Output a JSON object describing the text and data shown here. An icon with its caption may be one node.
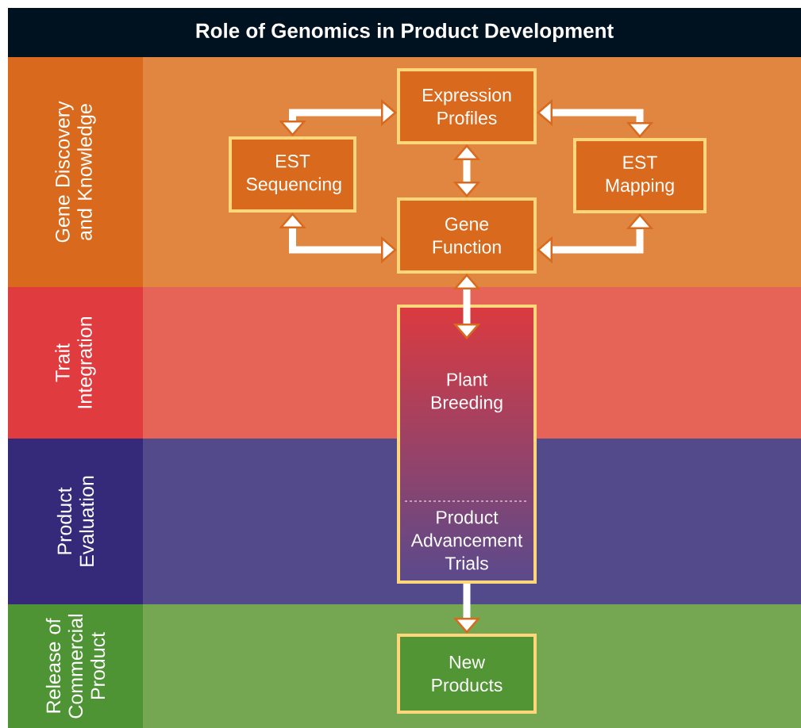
{
  "diagram": {
    "title": "Role of Genomics in Product Development",
    "nodes": [
      {
        "text": [
          "Gene Discovery and Knowledge"
        ]
      },
      {
        "text": [
          "Expression Profiles"
        ]
      },
      {
        "text": [
          "EST Sequencing"
        ]
      },
      {
        "text": [
          "EST Mapping"
        ]
      },
      {
        "text": [
          "Gene Function"
        ]
      },
      {
        "text": [
          "Trait Integration"
        ]
      },
      {
        "text": [
          "Plant Breeding",
          "Product Advancement Trials"
        ]
      },
      {
        "text": [
          "Product Evaluation"
        ]
      },
      {
        "text": [
          "Release of Commercial Product"
        ]
      },
      {
        "text": [
          "New Products"
        ]
      }
    ],
    "edges": [
      {
        "from": 1,
        "to": 2,
        "arrow": "both"
      },
      {
        "from": 1,
        "to": 3,
        "arrow": "both"
      },
      {
        "from": 1,
        "to": 4,
        "arrow": "both"
      },
      {
        "from": 2,
        "to": 4,
        "arrow": "both"
      },
      {
        "from": 4,
        "to": 3,
        "arrow": "both"
      },
      {
        "from": 4,
        "to": 6,
        "arrow": "both"
      },
      {
        "from": 6,
        "to": 9,
        "arrow": "to"
      }
    ]
  }
}
